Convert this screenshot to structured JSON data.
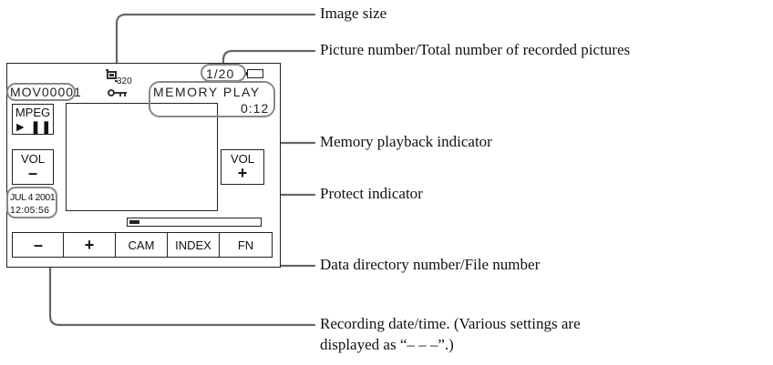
{
  "lcd": {
    "image_size": "320",
    "picture_count": "1/20",
    "file_number": "MOV00001",
    "mode": "MEMORY PLAY",
    "elapsed_time": "0:12",
    "date": "JUL 4 2001",
    "time": "12:05:56",
    "playback_progress": 0.05
  },
  "buttons": {
    "mpeg_label": "MPEG",
    "play_pause_symbol": "► ❚❚",
    "vol_label": "VOL",
    "vol_down_symbol": "–",
    "vol_up_symbol": "+",
    "minus_symbol": "–",
    "plus_symbol": "+",
    "cam_label": "CAM",
    "index_label": "INDEX",
    "fn_label": "FN"
  },
  "callouts": {
    "image_size": "Image size",
    "picture_number": "Picture number/Total number of recorded pictures",
    "memory_playback": "Memory playback indicator",
    "protect": "Protect indicator",
    "data_directory": "Data directory number/File number",
    "recording_date_line1": "Recording date/time. (Various settings are",
    "recording_date_line2": "displayed as “– – –”.)"
  },
  "icons": {
    "image_size_icon": "image-size-icon",
    "protect_icon": "key-icon",
    "battery_icon": "battery-icon"
  }
}
